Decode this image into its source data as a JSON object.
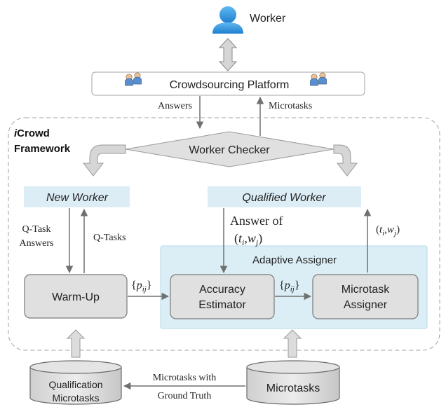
{
  "worker": {
    "label": "Worker",
    "icon": "person-icon"
  },
  "platform": {
    "label": "Crowdsourcing Platform",
    "icon": "people-icon"
  },
  "flows": {
    "answers": "Answers",
    "microtasks": "Microtasks",
    "qtask_answers_line1": "Q-Task",
    "qtask_answers_line2": "Answers",
    "qtasks": "Q-Tasks",
    "answer_of": "Answer of",
    "tw_pair": "(ti,wj)",
    "p_ij": "{pij}",
    "microtasks_with_line1": "Microtasks with",
    "microtasks_with_line2": "Ground Truth"
  },
  "framework": {
    "title_line1": "iCrowd",
    "title_line2": "Framework"
  },
  "checker": {
    "label": "Worker Checker"
  },
  "new_worker": {
    "label": "New Worker"
  },
  "qualified_worker": {
    "label": "Qualified Worker"
  },
  "adaptive": {
    "label": "Adaptive Assigner"
  },
  "warmup": {
    "label": "Warm-Up"
  },
  "estimator": {
    "label_line1": "Accuracy",
    "label_line2": "Estimator"
  },
  "assigner": {
    "label_line1": "Microtask",
    "label_line2": "Assigner"
  },
  "databases": {
    "qualification_line1": "Qualification",
    "qualification_line2": "Microtasks",
    "microtasks": "Microtasks"
  },
  "colors": {
    "box_fill": "#e0e0e0",
    "label_fill": "#dcedf5",
    "adaptive_fill": "#dbeef6",
    "arrow": "#707070",
    "person_blue": "#2a8fd8"
  }
}
